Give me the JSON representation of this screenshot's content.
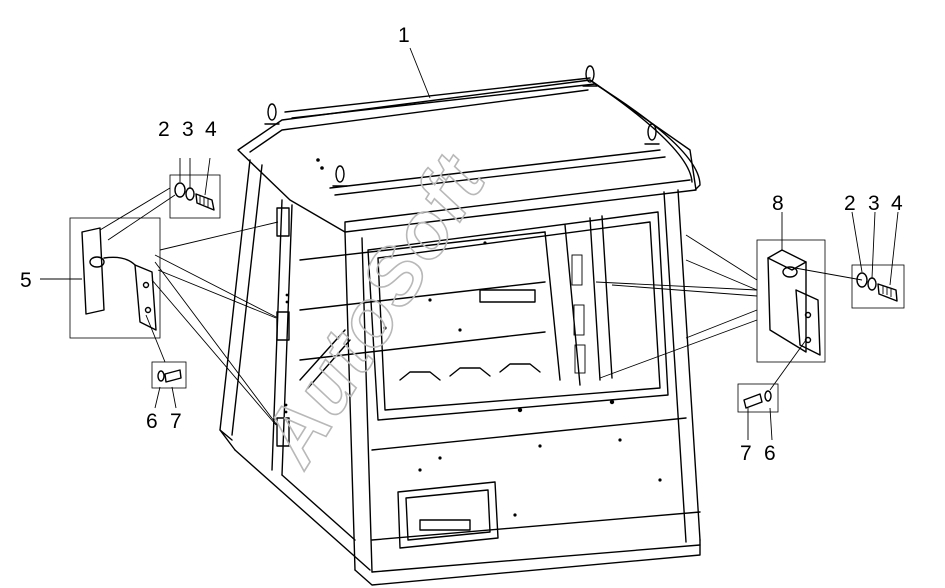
{
  "watermark": "AutoSoft",
  "callouts": {
    "cab": "1",
    "left_washer_2": "2",
    "left_washer_3": "3",
    "left_bolt_4": "4",
    "left_hinge_5": "5",
    "left_bolt_6": "6",
    "left_washer_7": "7",
    "right_hinge_8": "8",
    "right_washer_2": "2",
    "right_washer_3": "3",
    "right_bolt_4": "4",
    "right_washer_7": "7",
    "right_bolt_6": "6"
  }
}
